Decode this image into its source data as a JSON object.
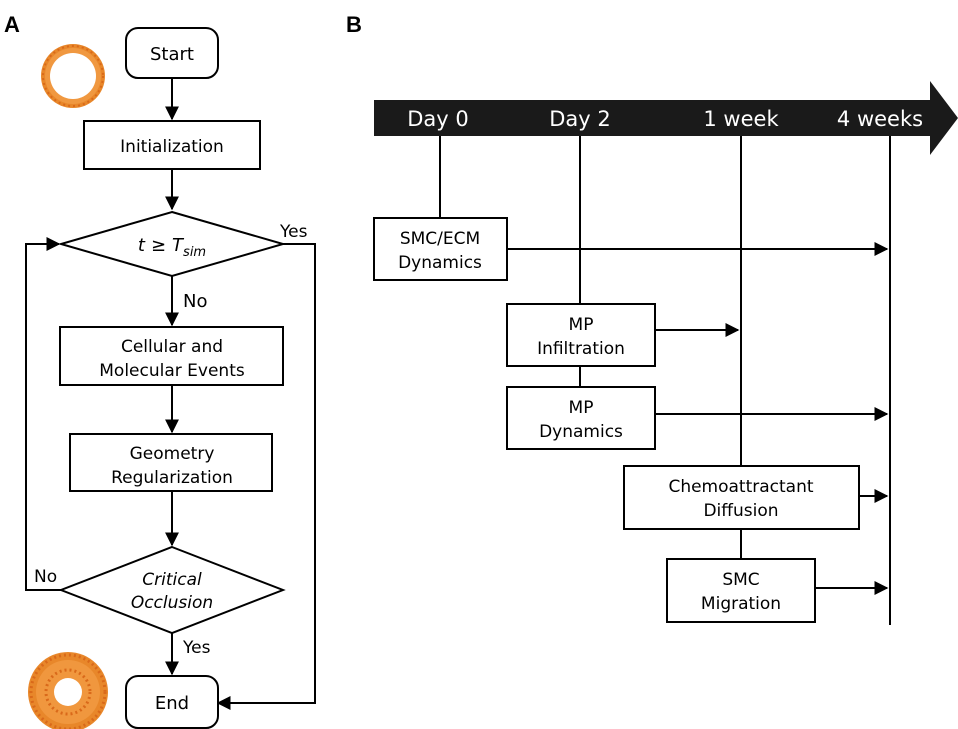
{
  "panels": {
    "a": "A",
    "b": "B"
  },
  "flowchart": {
    "start": "Start",
    "init": "Initialization",
    "condition": {
      "var": "t",
      "op": "≥",
      "T": "T",
      "sub": "sim"
    },
    "yes_top": "Yes",
    "no_mid": "No",
    "events": [
      "Cellular and",
      "Molecular Events"
    ],
    "geometry": [
      "Geometry",
      "Regularization"
    ],
    "critical": [
      "Critical",
      "Occlusion"
    ],
    "no_left": "No",
    "yes_bottom": "Yes",
    "end": "End"
  },
  "timeline": {
    "ticks": [
      "Day 0",
      "Day 2",
      "1 week",
      "4 weeks"
    ],
    "boxes": {
      "smc_ecm": [
        "SMC/ECM",
        "Dynamics"
      ],
      "mp_inf": [
        "MP",
        "Infiltration"
      ],
      "mp_dyn": [
        "MP",
        "Dynamics"
      ],
      "chemo": [
        "Chemoattractant",
        "Diffusion"
      ],
      "smc_mig": [
        "SMC",
        "Migration"
      ]
    }
  },
  "colors": {
    "ring_outer": "#E8872A",
    "ring_inner": "#F6B26B",
    "timeline_bar": "#1a1a1a"
  }
}
